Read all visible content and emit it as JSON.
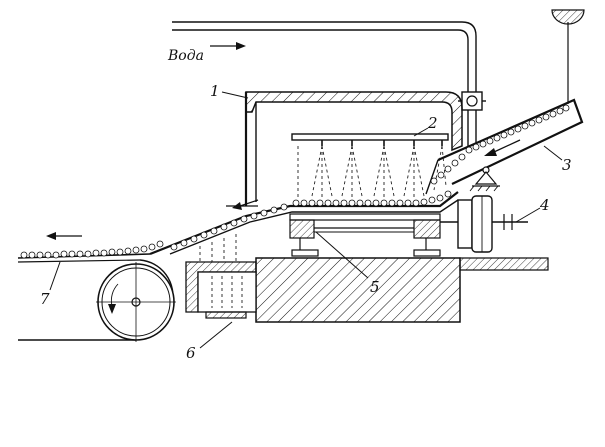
{
  "labels": {
    "water": "Вода",
    "n1": "1",
    "n2": "2",
    "n3": "3",
    "n4": "4",
    "n5": "5",
    "n6": "6",
    "n7": "7"
  },
  "colors": {
    "ink": "#111111",
    "paper": "#ffffff"
  }
}
